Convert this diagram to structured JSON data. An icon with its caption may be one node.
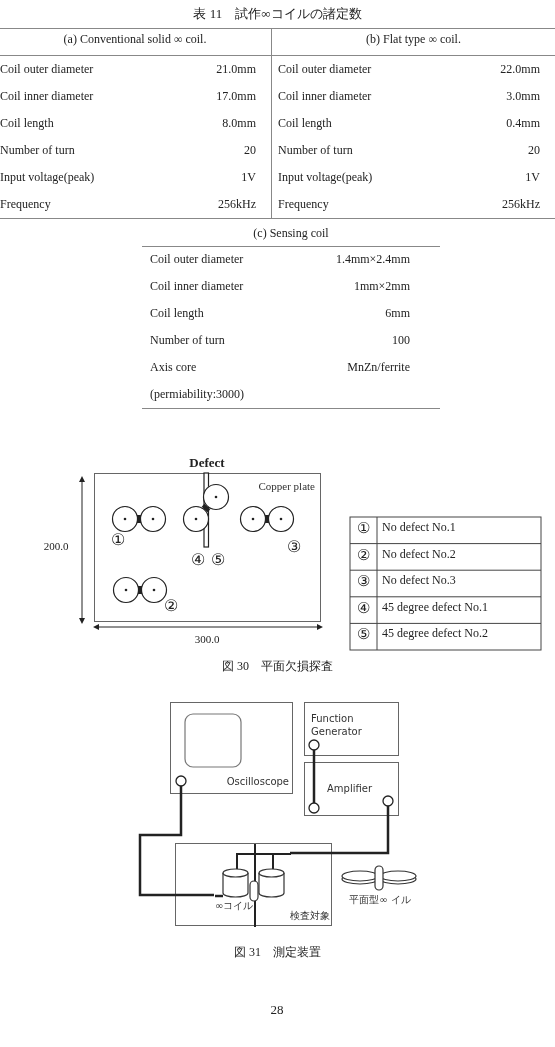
{
  "diagram": {
    "title": "表 11　試作∞コイルの諸定数",
    "nodes": [
      {
        "text": [
          "Copper plate"
        ]
      },
      {
        "text": [
          "Oscilloscope"
        ]
      },
      {
        "text": [
          "Function Generator"
        ]
      },
      {
        "text": [
          "Amplifier"
        ]
      },
      {
        "text": [
          "検査対象"
        ]
      },
      {
        "text": [
          "∞コイル"
        ],
        "in": 4
      },
      {
        "text": [
          "平面型∞ イル"
        ]
      }
    ],
    "edges": [
      {
        "from": 1,
        "to": 5,
        "arrow": "none"
      },
      {
        "from": 2,
        "to": 3,
        "arrow": "none"
      },
      {
        "from": 3,
        "to": 5,
        "arrow": "none"
      }
    ],
    "labels": [
      "(a) Conventional solid ∞ coil.",
      "(b) Flat type ∞ coil.",
      "Coil outer diameter",
      "21.0mm",
      "Coil outer diameter",
      "22.0mm",
      "Coil inner diameter",
      "17.0mm",
      "Coil inner diameter",
      "3.0mm",
      "Coil length",
      "8.0mm",
      "Coil length",
      "0.4mm",
      "Number of turn",
      "20",
      "Number of turn",
      "20",
      "Input voltage(peak)",
      "1V",
      "Input voltage(peak)",
      "1V",
      "Frequency",
      "256kHz",
      "Frequency",
      "256kHz",
      "(c) Sensing coil",
      "Coil outer diameter",
      "1.4mm×2.4mm",
      "Coil inner diameter",
      "1mm×2mm",
      "Coil length",
      "6mm",
      "Number of turn",
      "100",
      "Axis core",
      "MnZn/ferrite",
      "(permiability:3000)",
      "Defect",
      "200.0",
      "①",
      "③",
      "④",
      "⑤",
      "②",
      "300.0",
      "①",
      "No defect No.1",
      "②",
      "No defect No.2",
      "③",
      "No defect No.3",
      "④",
      "45 degree defect No.1",
      "⑤",
      "45 degree defect No.2",
      "図 30　平面欠損探査",
      "図 31　測定装置",
      "28"
    ]
  }
}
